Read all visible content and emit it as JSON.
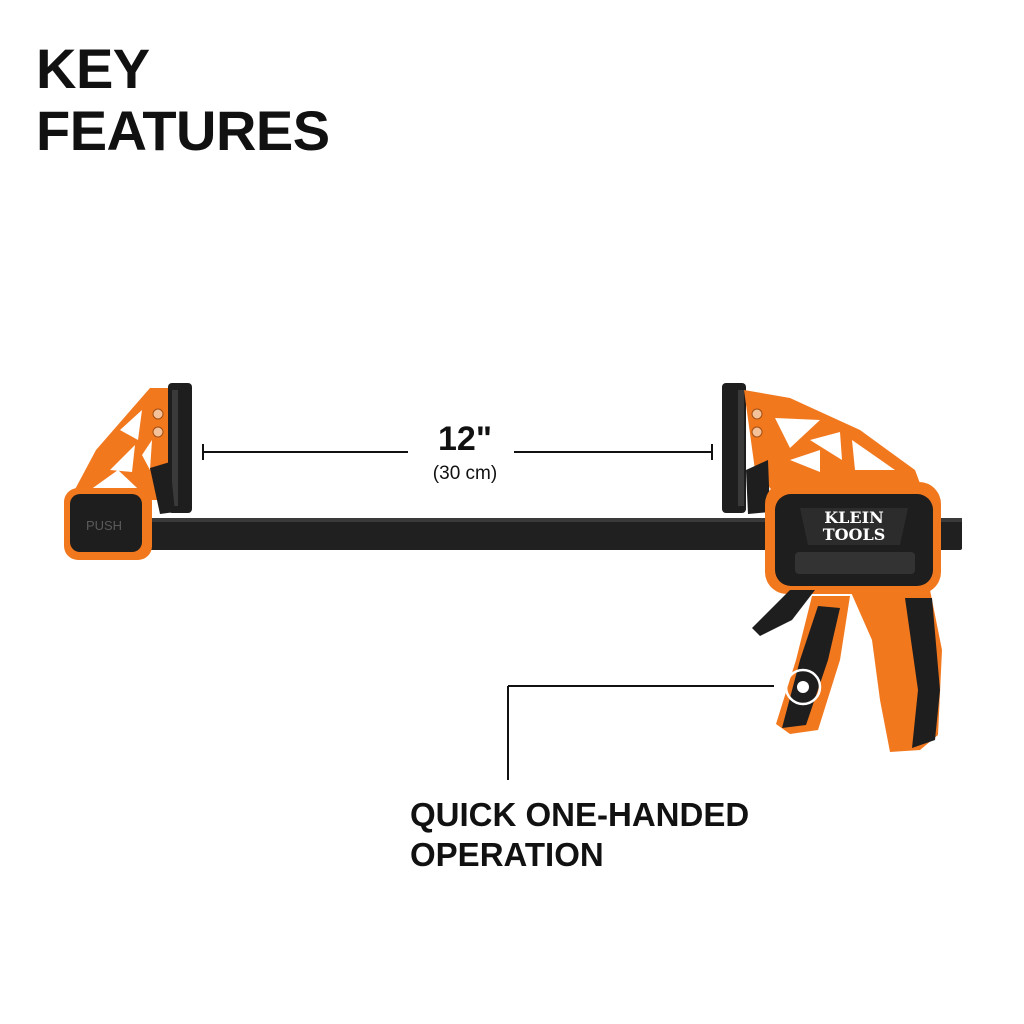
{
  "heading": {
    "line1": "KEY",
    "line2": "FEATURES"
  },
  "dimension": {
    "value": "12\"",
    "metric": "(30 cm)"
  },
  "callout": {
    "line1": "QUICK ONE-HANDED",
    "line2": "OPERATION"
  },
  "product": {
    "brand_line1": "KLEIN",
    "brand_line2": "TOOLS",
    "pad_label": "PUSH"
  },
  "colors": {
    "accent_orange": "#F2781E",
    "dark": "#1E1E1E",
    "bar": "#202020",
    "text": "#111111"
  },
  "icons": {
    "trigger_marker": "circle-dot-icon"
  }
}
